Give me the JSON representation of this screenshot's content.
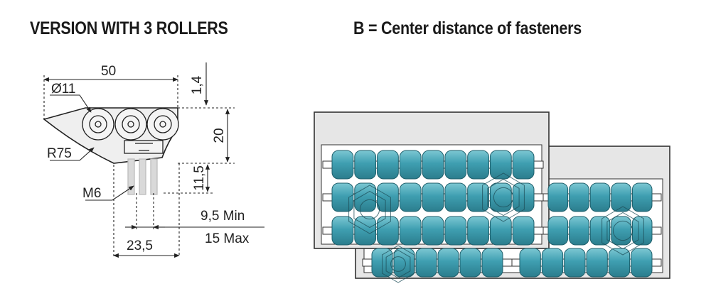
{
  "left_panel": {
    "title": "VERSION WITH 3 ROLLERS",
    "dimensions": {
      "width": "50",
      "diameter": "Ø11",
      "radius": "R75",
      "thread": "M6",
      "top_offset": "1,4",
      "height": "20",
      "fastener_length": "11,5",
      "min_gap": "9,5 Min",
      "max_gap": "15 Max",
      "fastener_spacing": "23,5"
    }
  },
  "right_panel": {
    "title": "B = Center distance of fasteners"
  },
  "colors": {
    "roller": "#3f9fb1",
    "roller_light": "#7cc7d3",
    "frame": "#e6e6e6",
    "outline": "#333333"
  }
}
